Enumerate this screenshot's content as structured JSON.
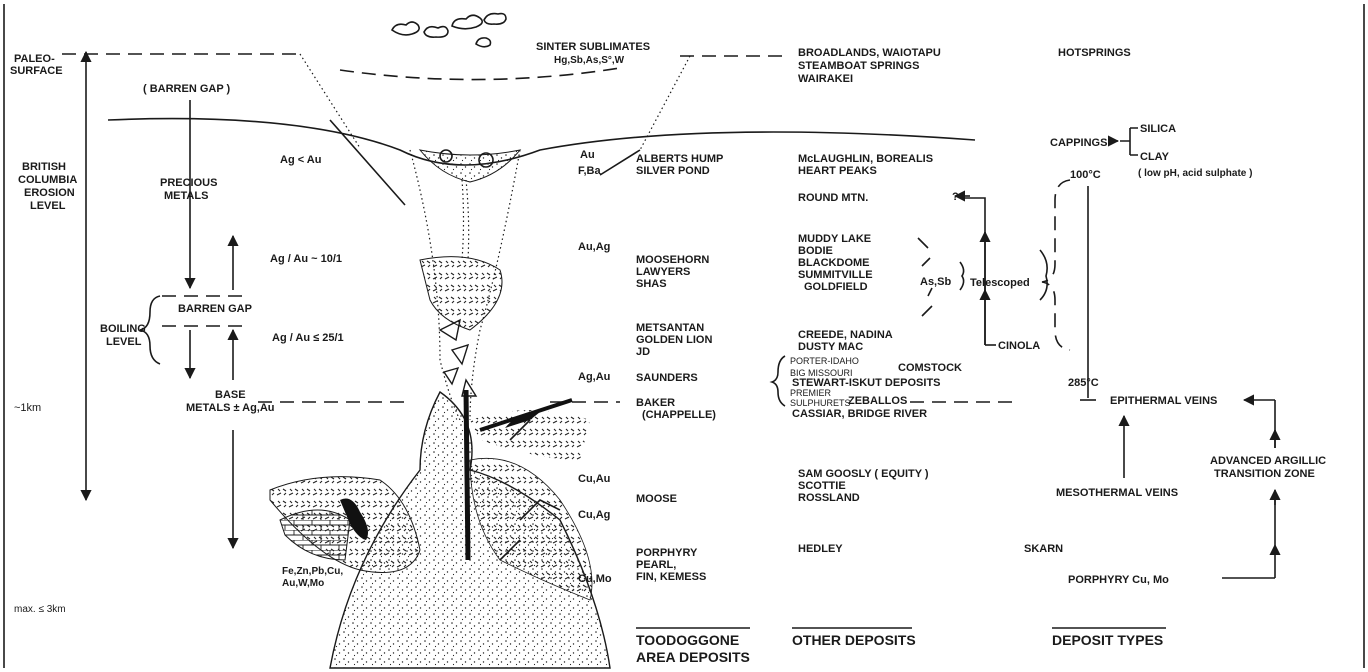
{
  "left_labels": {
    "paleo1": "PALEO-",
    "paleo2": "SURFACE",
    "bc1": "BRITISH",
    "bc2": "COLUMBIA",
    "bc3": "EROSION",
    "bc4": "LEVEL",
    "boiling1": "BOILING",
    "boiling2": "LEVEL",
    "km1": "~1km",
    "max": "max. ≤ 3km"
  },
  "zone_labels": {
    "barren_gap_top": "( BARREN GAP )",
    "precious1": "PRECIOUS",
    "precious2": "METALS",
    "barren_gap_mid": "BARREN GAP",
    "base1": "BASE",
    "base2": "METALS ± Ag,Au",
    "ag_lt_au": "Ag < Au",
    "ag_au_10": "Ag / Au ~ 10/1",
    "ag_au_25": "Ag / Au ≤ 25/1",
    "skarn_metals1": "Fe,Zn,Pb,Cu,",
    "skarn_metals2": "Au,W,Mo"
  },
  "sinter": {
    "title": "SINTER SUBLIMATES",
    "elements": "Hg,Sb,As,S°,W"
  },
  "metals_column": [
    "Au",
    "F,Ba",
    "Au,Ag",
    "Ag,Au",
    "Cu,Au",
    "Cu,Ag",
    "Cu,Mo"
  ],
  "toodoggone": {
    "alberts_hump": "ALBERTS HUMP",
    "silver_pond": "SILVER POND",
    "moosehorn": "MOOSEHORN",
    "lawyers": "LAWYERS",
    "shas": "SHAS",
    "metsantan": "METSANTAN",
    "golden_lion": "GOLDEN LION",
    "jd": "JD",
    "saunders": "SAUNDERS",
    "baker": "BAKER",
    "chappelle": "(CHAPPELLE)",
    "moose": "MOOSE",
    "porphyry": "PORPHYRY",
    "pearl": "PEARL,",
    "fin_kemess": "FIN, KEMESS"
  },
  "other_deposits": {
    "broadlands": "BROADLANDS, WAIOTAPU",
    "steamboat": "STEAMBOAT SPRINGS",
    "wairakei": "WAIRAKEI",
    "mclaughlin": "McLAUGHLIN, BOREALIS",
    "heart_peaks": "HEART PEAKS",
    "round_mtn": "ROUND MTN.",
    "muddy_lake": "MUDDY LAKE",
    "bodie": "BODIE",
    "blackdome": "BLACKDOME",
    "summitville": "SUMMITVILLE",
    "goldfield": "GOLDFIELD",
    "as_sb": "As,Sb",
    "creede": "CREEDE, NADINA",
    "dusty_mac": "DUSTY MAC",
    "porter_idaho": "PORTER-IDAHO",
    "big_missouri": "BIG MISSOURI",
    "premier": "PREMIER",
    "sulphurets": "SULPHURETS",
    "comstock": "COMSTOCK",
    "stewart_iskut": "STEWART-ISKUT DEPOSITS",
    "zeballos": "ZEBALLOS",
    "cassiar": "CASSIAR, BRIDGE RIVER",
    "sam_goosly": "SAM GOOSLY ( EQUITY )",
    "scottie": "SCOTTIE",
    "rossland": "ROSSLAND",
    "hedley": "HEDLEY"
  },
  "deposit_types": {
    "hotsprings": "HOTSPRINGS",
    "cappings": "CAPPINGS",
    "silica": "SILICA",
    "clay": "CLAY",
    "clay_note": "( low pH, acid sulphate )",
    "temp_100": "100°C",
    "temp_285": "285°C",
    "question": "?",
    "telescoped": "Telescoped",
    "cinola": "CINOLA",
    "epithermal": "EPITHERMAL VEINS",
    "advanced1": "ADVANCED ARGILLIC",
    "advanced2": "TRANSITION ZONE",
    "mesothermal": "MESOTHERMAL VEINS",
    "skarn": "SKARN",
    "porphyry_cumo": "PORPHYRY Cu, Mo"
  },
  "column_headers": {
    "toodoggone1": "TOODOGGONE",
    "toodoggone2": "AREA DEPOSITS",
    "other": "OTHER DEPOSITS",
    "types": "DEPOSIT TYPES"
  }
}
